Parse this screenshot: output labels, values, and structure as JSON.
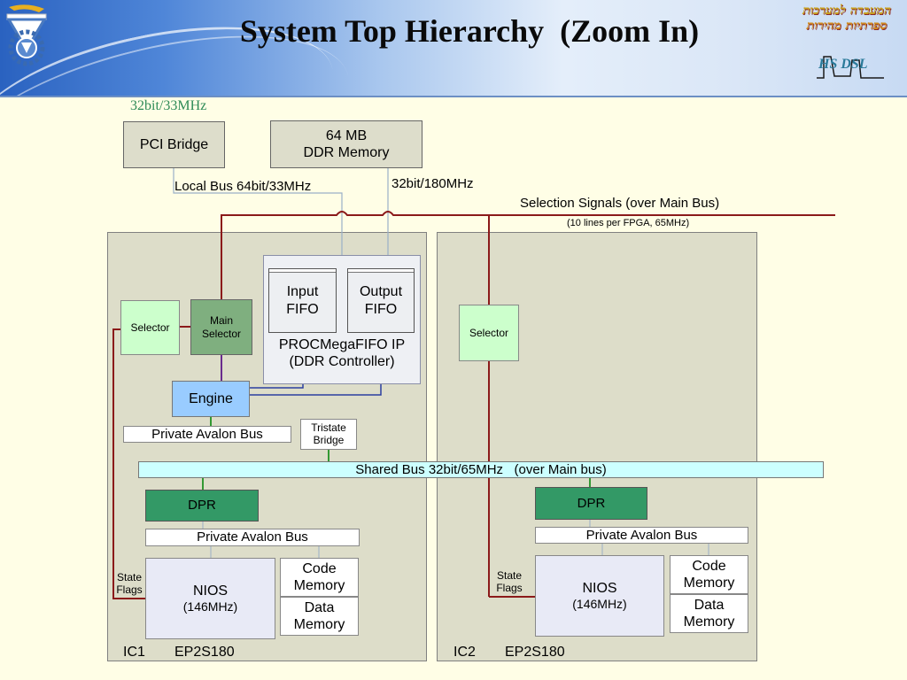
{
  "title": "System Top Hierarchy  (Zoom In)",
  "lab": {
    "line1": "המעבדה למערכות",
    "line2": "ספרתיות מהירות",
    "sig": "HS DSL"
  },
  "top": {
    "pci_bridge": "PCI Bridge",
    "pci_speed": "32bit/33MHz",
    "ddr_line1": "64 MB",
    "ddr_line2": "DDR Memory",
    "local_bus": "Local Bus 64bit/33MHz",
    "ddr_bus": "32bit/180MHz",
    "selection_signals": "Selection Signals (over Main Bus)",
    "selection_note": "(10 lines per FPGA, 65MHz)"
  },
  "ic1": {
    "selector": "Selector",
    "main_selector_line1": "Main",
    "main_selector_line2": "Selector",
    "input_fifo_line1": "Input",
    "input_fifo_line2": "FIFO",
    "output_fifo_line1": "Output",
    "output_fifo_line2": "FIFO",
    "proc_line1": "PROCMegaFIFO IP",
    "proc_line2": "(DDR Controller)",
    "engine": "Engine",
    "private_bus_top": "Private Avalon Bus",
    "tristate_line1": "Tristate",
    "tristate_line2": "Bridge",
    "dpr": "DPR",
    "private_bus": "Private Avalon Bus",
    "state_line1": "State",
    "state_line2": "Flags",
    "nios": "NIOS",
    "nios_speed": "(146MHz)",
    "code_line1": "Code",
    "code_line2": "Memory",
    "data_line1": "Data",
    "data_line2": "Memory",
    "name": "IC1",
    "device": "EP2S180"
  },
  "shared_bus": "Shared Bus 32bit/65MHz   (over Main bus)",
  "ic2": {
    "selector": "Selector",
    "dpr": "DPR",
    "private_bus": "Private Avalon Bus",
    "state_line1": "State",
    "state_line2": "Flags",
    "nios": "NIOS",
    "nios_speed": "(146MHz)",
    "code_line1": "Code",
    "code_line2": "Memory",
    "data_line1": "Data",
    "data_line2": "Memory",
    "name": "IC2",
    "device": "EP2S180"
  },
  "colors": {
    "wire_red": "#8B1A1A",
    "wire_blue": "#2B3FA0",
    "wire_purple": "#6A2C8E",
    "wire_green": "#339933",
    "wire_gray": "#9AB0C8"
  }
}
